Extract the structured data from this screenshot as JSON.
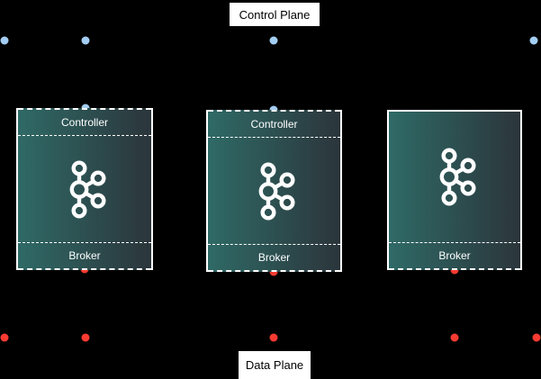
{
  "colors": {
    "canvas-bg": "#000000",
    "label-bg": "#ffffff",
    "label-text": "#000000",
    "node-border": "#ffffff",
    "node-gradient-start": "#2f6a66",
    "node-gradient-end": "#2b353b",
    "section-text": "#ffffff",
    "control-dot": "#a3cdf2",
    "data-dot": "#f93b32",
    "kafka-logo": "#ffffff"
  },
  "planes": {
    "control": {
      "label": "Control Plane"
    },
    "data": {
      "label": "Data Plane"
    }
  },
  "nodes": [
    {
      "name": "kafka-node-1",
      "controller_label": "Controller",
      "broker_label": "Broker",
      "icon": "kafka-logo-icon"
    },
    {
      "name": "kafka-node-2",
      "controller_label": "Controller",
      "broker_label": "Broker",
      "icon": "kafka-logo-icon"
    },
    {
      "name": "kafka-node-3",
      "broker_label": "Broker",
      "icon": "kafka-logo-icon"
    }
  ]
}
